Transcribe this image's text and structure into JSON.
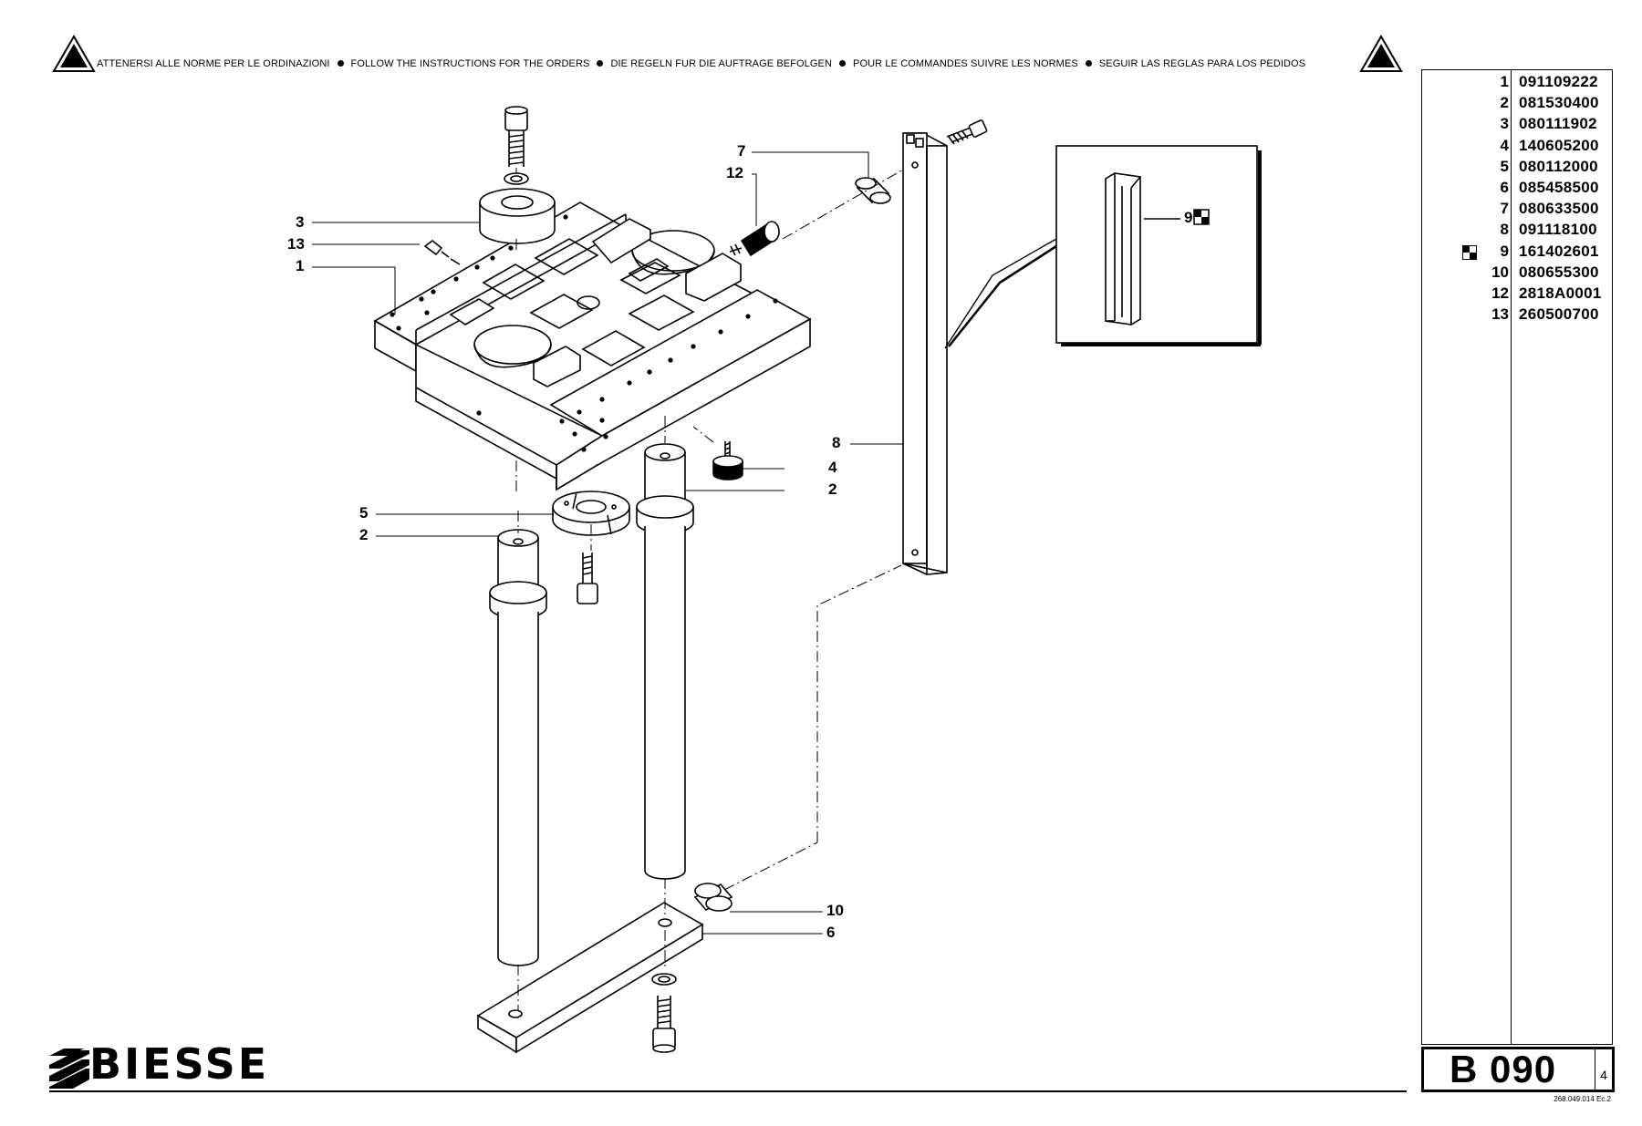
{
  "header": {
    "instructions": [
      "ATTENERSI ALLE NORME PER LE ORDINAZIONI",
      "FOLLOW THE INSTRUCTIONS FOR THE ORDERS",
      "DIE REGELN FUR DIE AUFTRAGE BEFOLGEN",
      "POUR LE COMMANDES SUIVRE LES NORMES",
      "SEGUIR LAS REGLAS PARA LOS PEDIDOS"
    ]
  },
  "parts": [
    {
      "num": "1",
      "code": "091109222",
      "marked": false
    },
    {
      "num": "2",
      "code": "081530400",
      "marked": false
    },
    {
      "num": "3",
      "code": "080111902",
      "marked": false
    },
    {
      "num": "4",
      "code": "140605200",
      "marked": false
    },
    {
      "num": "5",
      "code": "080112000",
      "marked": false
    },
    {
      "num": "6",
      "code": "085458500",
      "marked": false
    },
    {
      "num": "7",
      "code": "080633500",
      "marked": false
    },
    {
      "num": "8",
      "code": "091118100",
      "marked": false
    },
    {
      "num": "9",
      "code": "161402601",
      "marked": true
    },
    {
      "num": "10",
      "code": "080655300",
      "marked": false
    },
    {
      "num": "12",
      "code": "2818A0001",
      "marked": false
    },
    {
      "num": "13",
      "code": "260500700",
      "marked": false
    }
  ],
  "callouts": {
    "c3": "3",
    "c13": "13",
    "c1": "1",
    "c7": "7",
    "c12": "12",
    "c9": "9",
    "c8": "8",
    "c4": "4",
    "c2a": "2",
    "c5": "5",
    "c2b": "2",
    "c10": "10",
    "c6": "6"
  },
  "sheet": {
    "code": "B 090",
    "page": "4",
    "docref": "268.049.014 Ec.2"
  },
  "brand": {
    "name": "BIESSE"
  }
}
